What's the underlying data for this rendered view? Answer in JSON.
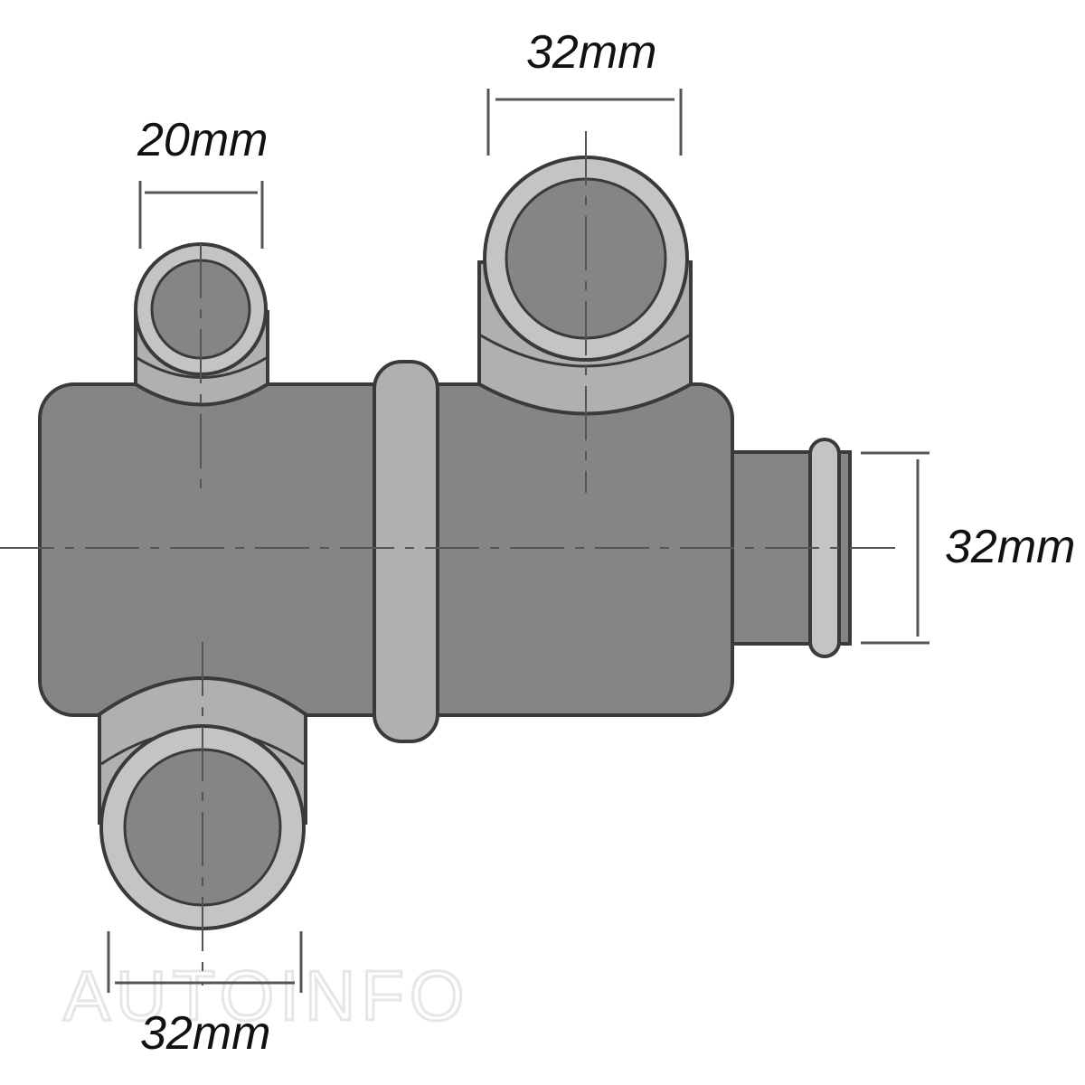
{
  "diagram": {
    "subject": "Thermostat housing with three hose outlets and a spigot",
    "colors": {
      "body": "#858585",
      "outline": "#3a3a3a",
      "ring_light": "#c4c4c4",
      "ring_mid": "#b0b0b0",
      "dimension_line": "#555555",
      "watermark": "#e6e6e6"
    },
    "dimensions": {
      "top_small_outlet": {
        "label": "20mm",
        "value": 20,
        "unit": "mm"
      },
      "top_large_outlet": {
        "label": "32mm",
        "value": 32,
        "unit": "mm"
      },
      "right_spigot": {
        "label": "32mm",
        "value": 32,
        "unit": "mm"
      },
      "bottom_outlet": {
        "label": "32mm",
        "value": 32,
        "unit": "mm"
      }
    },
    "watermark": "AUTOINFO"
  }
}
